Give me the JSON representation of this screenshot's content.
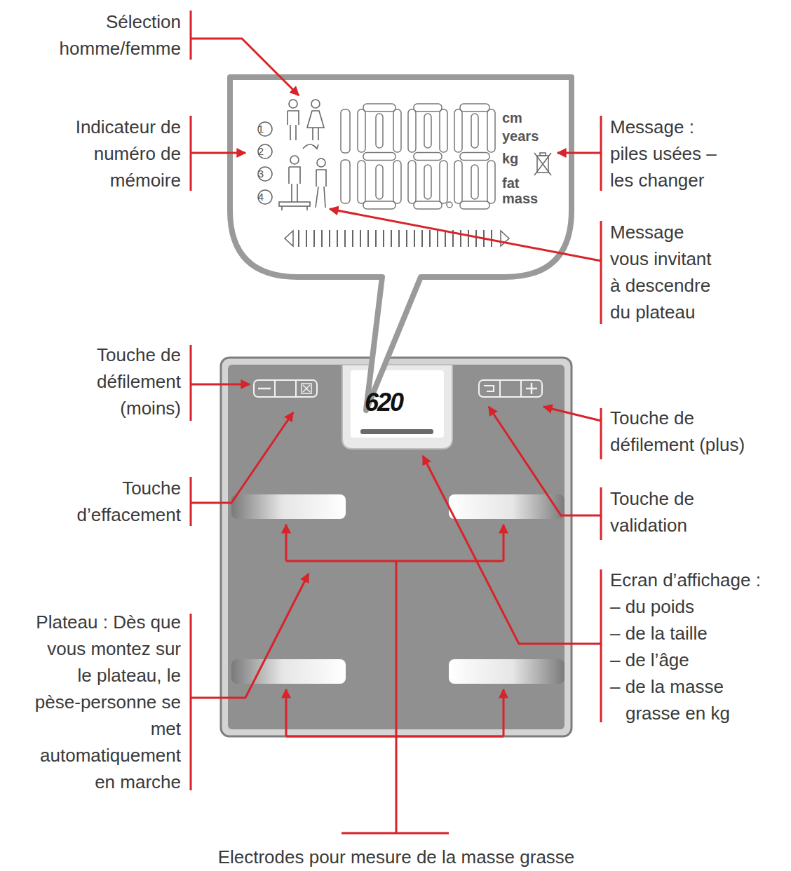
{
  "diagram": {
    "labels": [
      "Sélection homme/femme",
      "Indicateur de numéro de mémoire",
      "Message : piles usées – les changer",
      "Message vous invitant à descendre du plateau",
      "1",
      "2",
      "3",
      "4",
      "cm",
      "years",
      "kg",
      "fat mass",
      "620",
      "Touche de défilement (moins)",
      "Touche d’effacement",
      "Touche de défilement (plus)",
      "Touche de validation",
      "Plateau : Dès que vous montez sur le plateau, le pèse-personne se met automatiquement en marche",
      "Ecran d’affichage :",
      "– du poids",
      "– de la taille",
      "– de l’âge",
      "– de la masse grasse en kg",
      "Electrodes pour mesure de la masse grasse"
    ]
  }
}
